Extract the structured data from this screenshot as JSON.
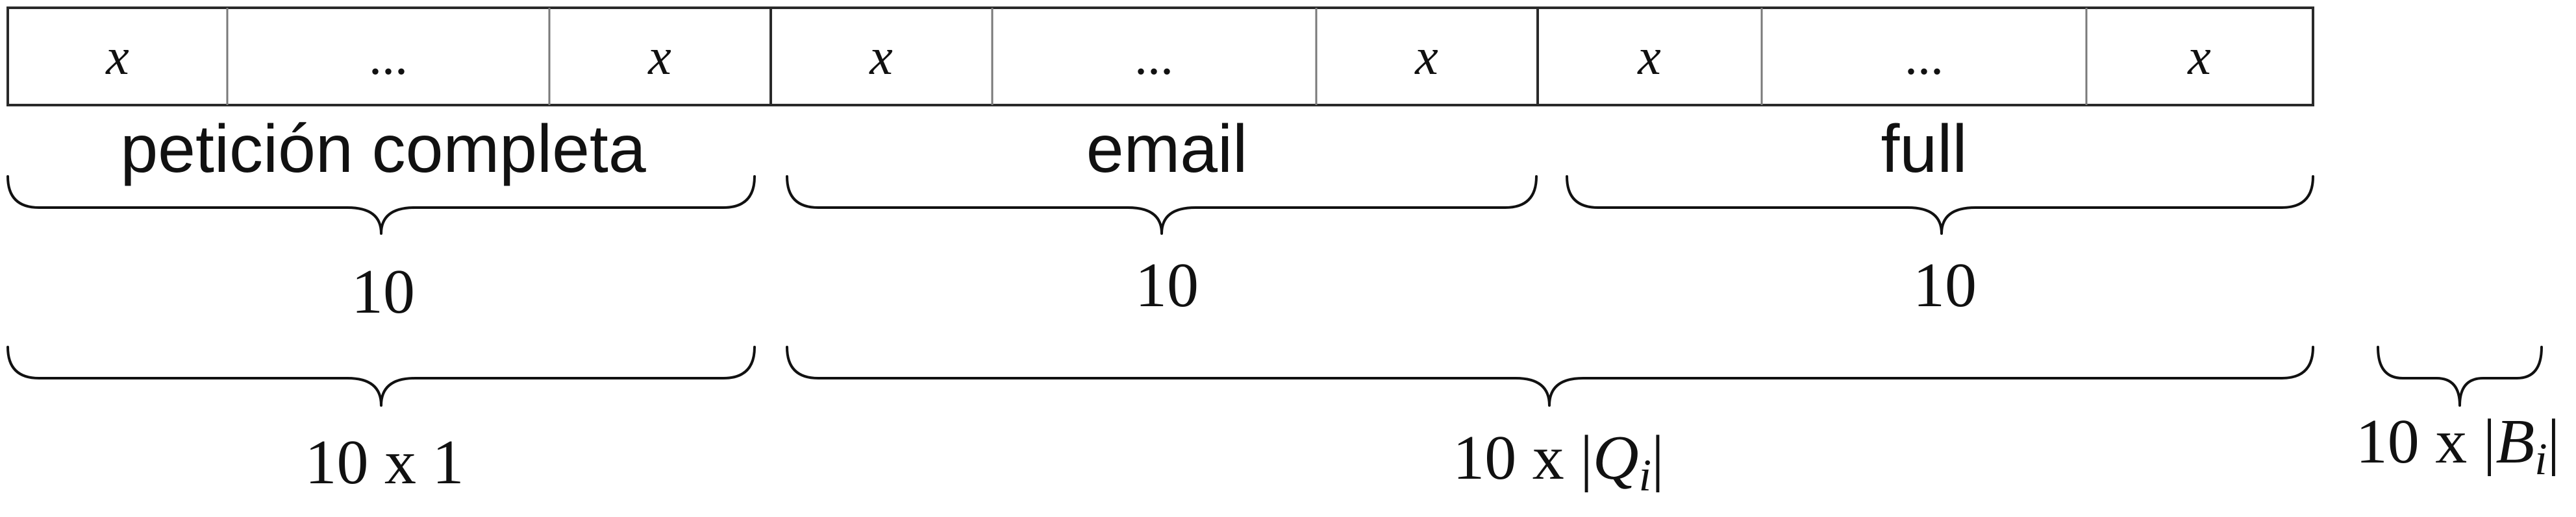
{
  "cells": [
    {
      "text": "x",
      "style": "italic"
    },
    {
      "text": "...",
      "style": "normal"
    },
    {
      "text": "x",
      "style": "italic"
    },
    {
      "text": "x",
      "style": "italic"
    },
    {
      "text": "...",
      "style": "normal"
    },
    {
      "text": "x",
      "style": "italic"
    },
    {
      "text": "x",
      "style": "italic"
    },
    {
      "text": "...",
      "style": "normal"
    },
    {
      "text": "x",
      "style": "italic"
    }
  ],
  "groups": [
    {
      "label": "petición completa",
      "count": "10"
    },
    {
      "label": "email",
      "count": "10"
    },
    {
      "label": "full",
      "count": "10"
    }
  ],
  "totals": [
    {
      "prefix": "10 x 1",
      "symbol": "",
      "subscript": "",
      "suffix": ""
    },
    {
      "prefix": "10 x |",
      "symbol": "Q",
      "subscript": "i",
      "suffix": "|"
    },
    {
      "prefix": "10 x |",
      "symbol": "B",
      "subscript": "i",
      "suffix": "|"
    }
  ],
  "colors": {
    "stroke": "#111111",
    "outer_border": "#2a2a2a",
    "inner_divider": "#7a7a7a"
  }
}
